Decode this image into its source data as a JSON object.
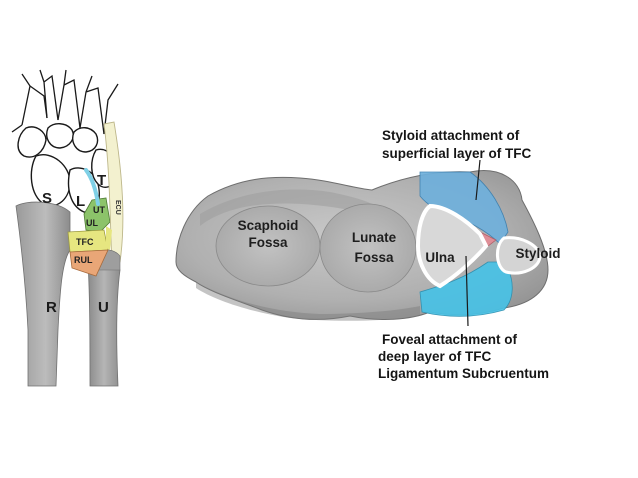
{
  "left_panel": {
    "bone_labels": {
      "scaphoid": "S",
      "lunate": "L",
      "triquetrum": "T",
      "radius": "R",
      "ulna": "U"
    },
    "region_labels": {
      "ut": "UT",
      "ul": "UL",
      "tfc": "TFC",
      "rul": "RUL",
      "ecu": "ECU"
    },
    "region_colors": {
      "ut": "#8cc36a",
      "ul": "#7fbf8a",
      "tfc": "#e6e680",
      "rul": "#e9a677",
      "ecu": "#f3f1cf",
      "tendon": "#7fd0e6"
    }
  },
  "right_panel": {
    "fossa_labels": {
      "scaphoid_line1": "Scaphoid",
      "scaphoid_line2": "Fossa",
      "lunate_line1": "Lunate",
      "lunate_line2": "Fossa"
    },
    "structure_labels": {
      "ulna": "Ulna",
      "styloid": "Styloid"
    },
    "callouts": {
      "top_line1": "Styloid attachment of",
      "top_line2": "superficial layer of TFC",
      "bottom_line1": "Foveal attachment of",
      "bottom_line2": "deep layer of TFC",
      "bottom_line3": "Ligamentum Subcruentum"
    },
    "colors": {
      "superficial_band": "#6fb0dc",
      "deep_band": "#e28b95",
      "lower_band": "#48c2e6"
    }
  }
}
